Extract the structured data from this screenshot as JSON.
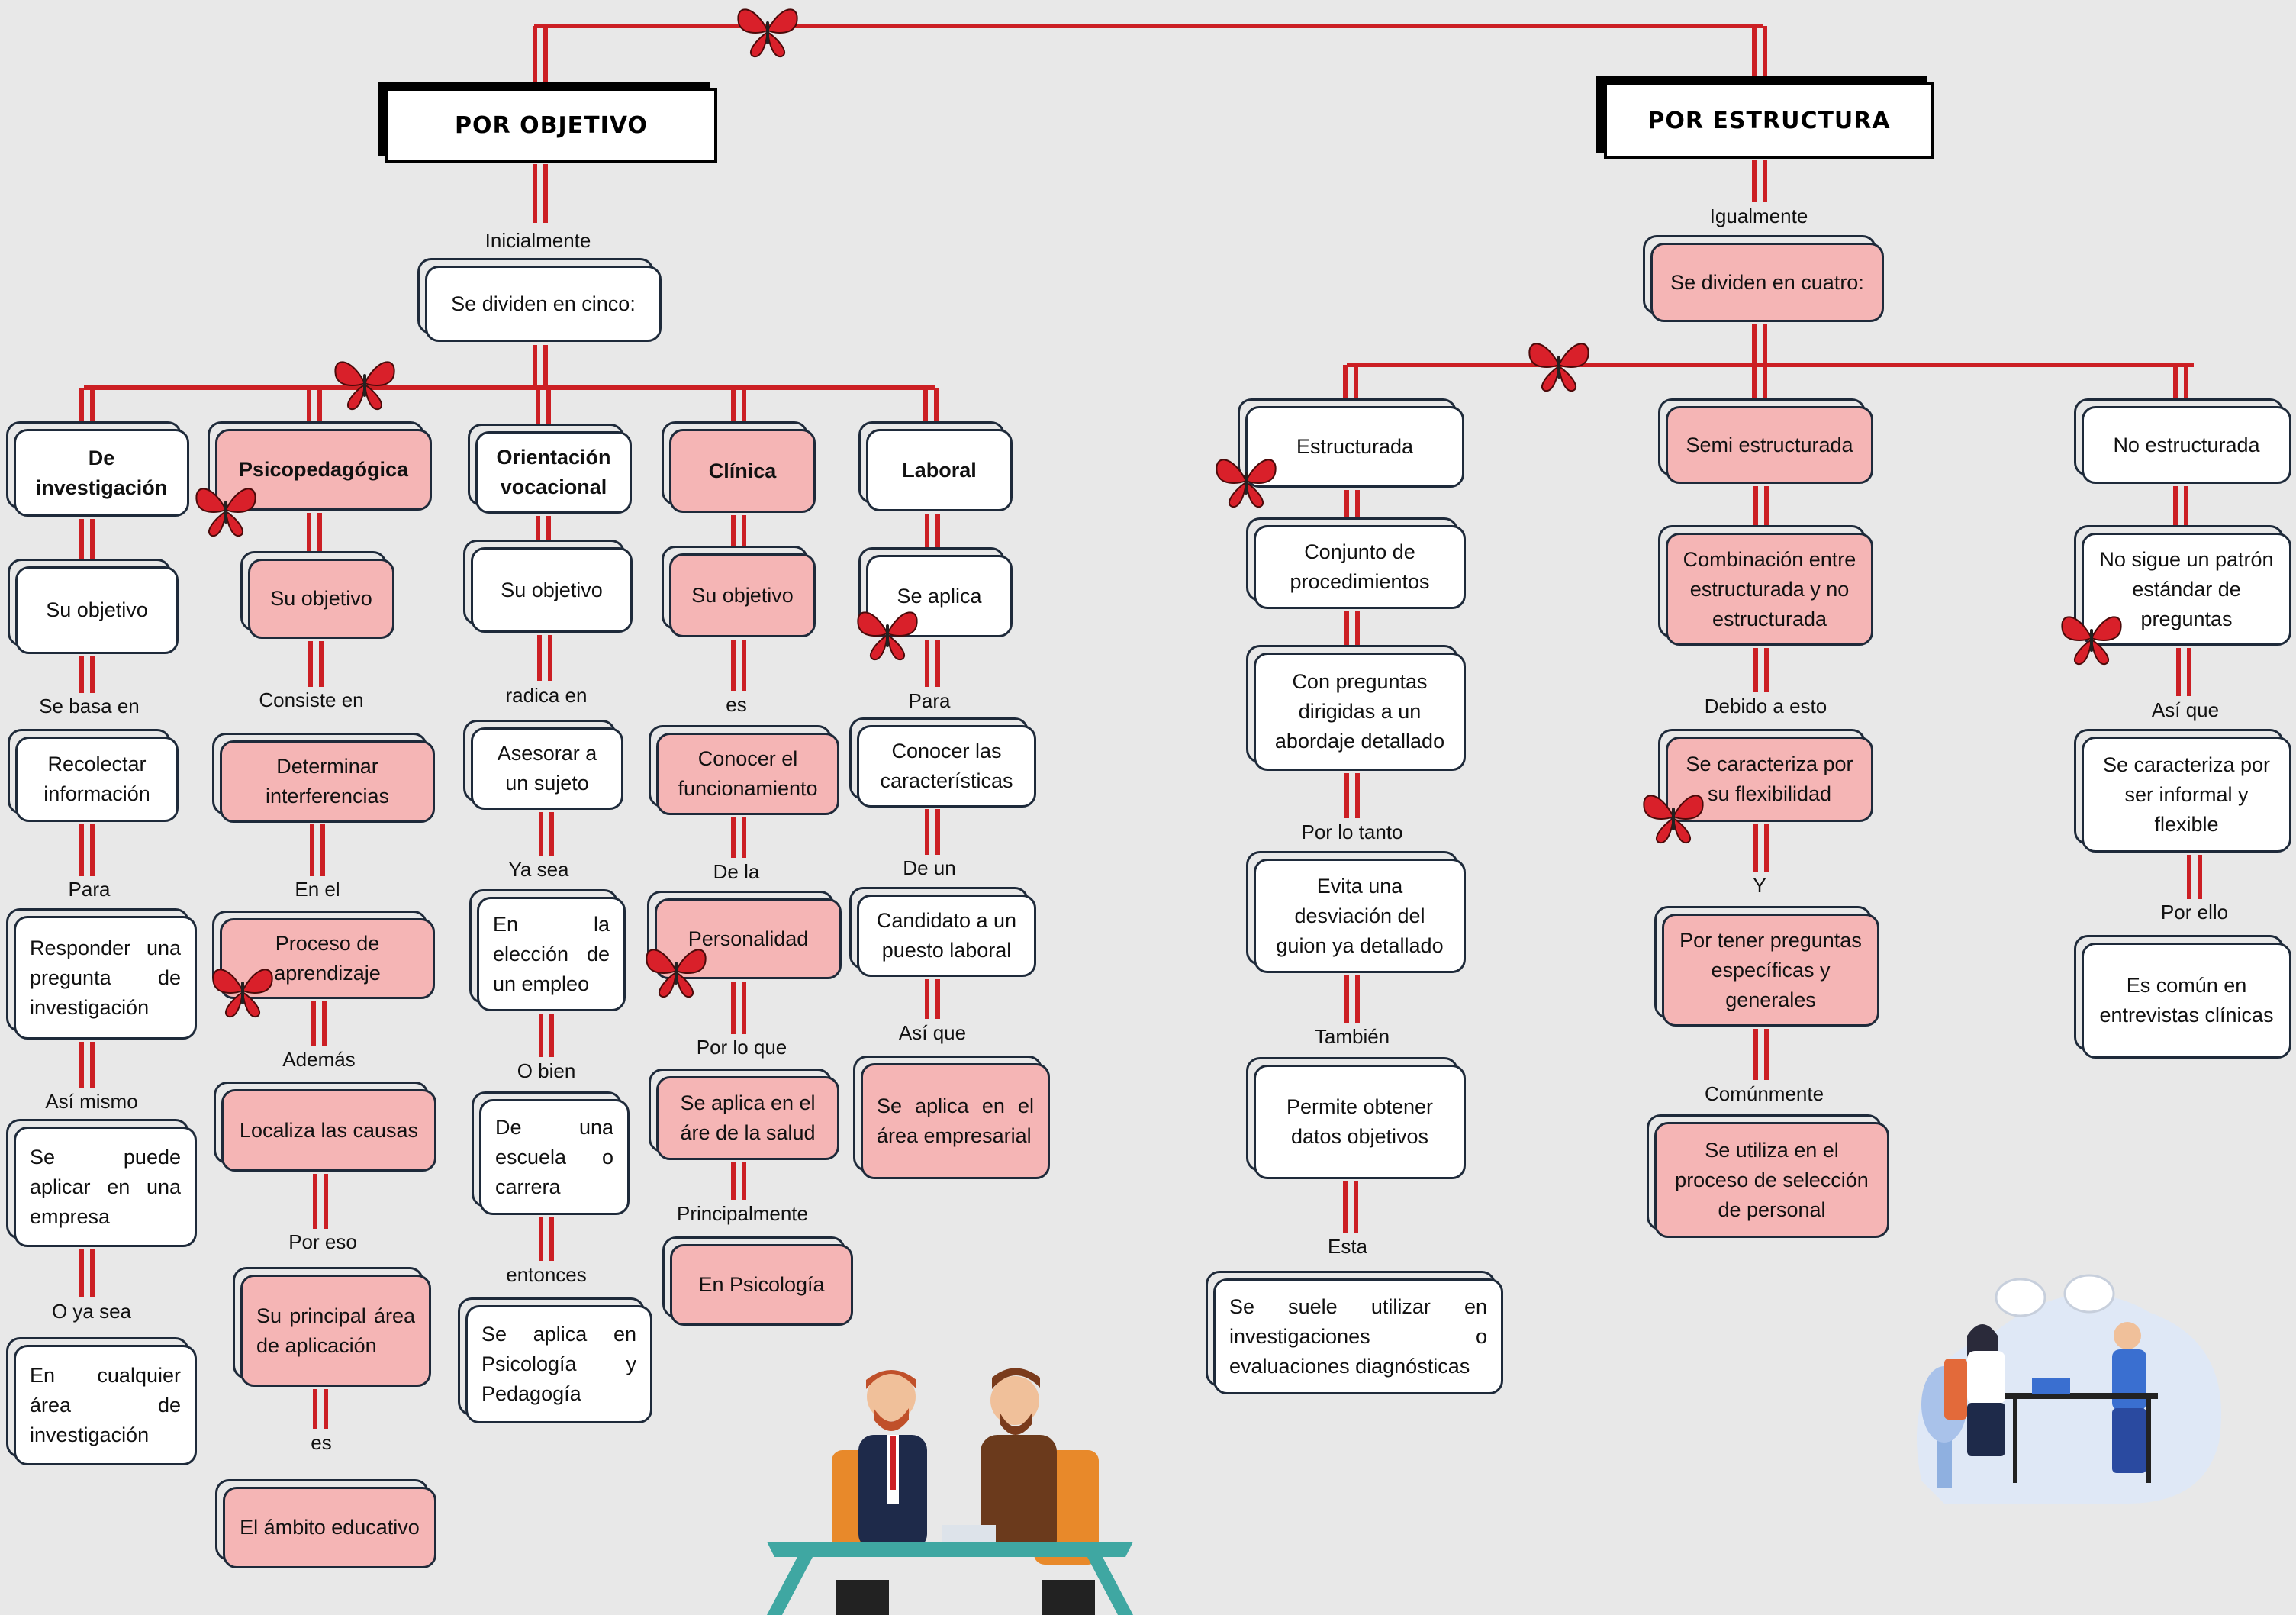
{
  "colors": {
    "connector": "#cc1f24",
    "accent_pink": "#f5b5b5",
    "border": "#1e2a3a",
    "background": "#e8e8e8"
  },
  "heads": {
    "left": "POR OBJETIVO",
    "right": "POR ESTRUCTURA"
  },
  "left": {
    "connector_intro": "Inicialmente",
    "divide": "Se dividen en cinco:",
    "investigacion": {
      "title": "De investigación",
      "n1": "Su objetivo",
      "c1": "Se basa en",
      "n2": "Recolectar información",
      "c2": "Para",
      "n3": "Responder una pregunta de investigación",
      "c3": "Así mismo",
      "n4": "Se puede aplicar en una empresa",
      "c4": "O ya sea",
      "n5": "En cualquier área de investigación"
    },
    "psico": {
      "title": "Psicopedagógica",
      "n1": "Su objetivo",
      "c1": "Consiste en",
      "n2": "Determinar interferencias",
      "c2": "En el",
      "n3": "Proceso de aprendizaje",
      "c3": "Además",
      "n4": "Localiza las causas",
      "c4": "Por eso",
      "n5": "Su principal área de aplicación",
      "c5": "es",
      "n6": "El ámbito educativo"
    },
    "orientacion": {
      "title": "Orientación vocacional",
      "n1": "Su objetivo",
      "c1": "radica en",
      "n2": "Asesorar a un sujeto",
      "c2": "Ya sea",
      "n3": "En la elección de un empleo",
      "c3": "O bien",
      "n4": "De una escuela o carrera",
      "c4": "entonces",
      "n5": "Se aplica en Psicología y Pedagogía"
    },
    "clinica": {
      "title": "Clínica",
      "n1": "Su objetivo",
      "c1": "es",
      "n2": "Conocer el funcionamiento",
      "c2": "De la",
      "n3": "Personalidad",
      "c3": "Por lo que",
      "n4": "Se aplica en el áre de la salud",
      "c4": "Principalmente",
      "n5": "En Psicología"
    },
    "laboral": {
      "title": "Laboral",
      "n1": "Se aplica",
      "c1": "Para",
      "n2": "Conocer las características",
      "c2": "De un",
      "n3": "Candidato a un puesto laboral",
      "c3": "Así que",
      "n4": "Se aplica en el área empresarial"
    }
  },
  "right": {
    "connector_intro": "Igualmente",
    "divide": "Se dividen en cuatro:",
    "estructurada": {
      "title": "Estructurada",
      "n1": "Conjunto de procedimientos",
      "n2": "Con preguntas dirigidas a un abordaje detallado",
      "c1": "Por lo tanto",
      "n3": "Evita una desviación del guion ya detallado",
      "c2": "También",
      "n4": "Permite obtener datos objetivos",
      "c3": "Esta",
      "n5": "Se suele utilizar en investigaciones o evaluaciones diagnósticas"
    },
    "semi": {
      "title": "Semi estructurada",
      "n1": "Combinación entre estructurada y no estructurada",
      "c1": "Debido a esto",
      "n2": "Se caracteriza por su flexibilidad",
      "c2": "Y",
      "n3": "Por tener preguntas específicas y generales",
      "c3": "Comúnmente",
      "n4": "Se utiliza en el proceso de selección de personal"
    },
    "no": {
      "title": "No estructurada",
      "n1": "No sigue un patrón estándar de preguntas",
      "c1": "Así que",
      "n2": "Se caracteriza por ser informal y flexible",
      "c2": "Por ello",
      "n3": "Es común en entrevistas clínicas"
    }
  }
}
